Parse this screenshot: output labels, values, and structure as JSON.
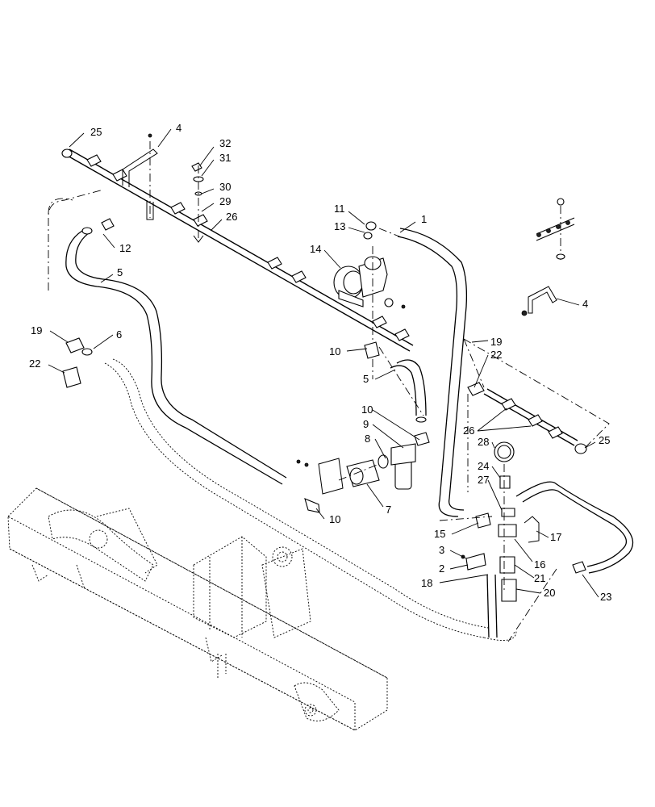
{
  "callouts": [
    {
      "id": "c25a",
      "num": "25"
    },
    {
      "id": "c4a",
      "num": "4"
    },
    {
      "id": "c32",
      "num": "32"
    },
    {
      "id": "c31",
      "num": "31"
    },
    {
      "id": "c30",
      "num": "30"
    },
    {
      "id": "c29",
      "num": "29"
    },
    {
      "id": "c26a",
      "num": "26"
    },
    {
      "id": "c12",
      "num": "12"
    },
    {
      "id": "c11",
      "num": "11"
    },
    {
      "id": "c13",
      "num": "13"
    },
    {
      "id": "c1",
      "num": "1"
    },
    {
      "id": "c14",
      "num": "14"
    },
    {
      "id": "c5a",
      "num": "5"
    },
    {
      "id": "c4b",
      "num": "4"
    },
    {
      "id": "c19a",
      "num": "19"
    },
    {
      "id": "c6",
      "num": "6"
    },
    {
      "id": "c10a",
      "num": "10"
    },
    {
      "id": "c19b",
      "num": "19"
    },
    {
      "id": "c22a",
      "num": "22"
    },
    {
      "id": "c22b",
      "num": "22"
    },
    {
      "id": "c5b",
      "num": "5"
    },
    {
      "id": "c10b",
      "num": "10"
    },
    {
      "id": "c9",
      "num": "9"
    },
    {
      "id": "c26b",
      "num": "26"
    },
    {
      "id": "c8",
      "num": "8"
    },
    {
      "id": "c28",
      "num": "28"
    },
    {
      "id": "c25b",
      "num": "25"
    },
    {
      "id": "c24",
      "num": "24"
    },
    {
      "id": "c27",
      "num": "27"
    },
    {
      "id": "c7",
      "num": "7"
    },
    {
      "id": "c10c",
      "num": "10"
    },
    {
      "id": "c15",
      "num": "15"
    },
    {
      "id": "c17",
      "num": "17"
    },
    {
      "id": "c3",
      "num": "3"
    },
    {
      "id": "c16",
      "num": "16"
    },
    {
      "id": "c2",
      "num": "2"
    },
    {
      "id": "c21",
      "num": "21"
    },
    {
      "id": "c18",
      "num": "18"
    },
    {
      "id": "c20",
      "num": "20"
    },
    {
      "id": "c23",
      "num": "23"
    }
  ]
}
